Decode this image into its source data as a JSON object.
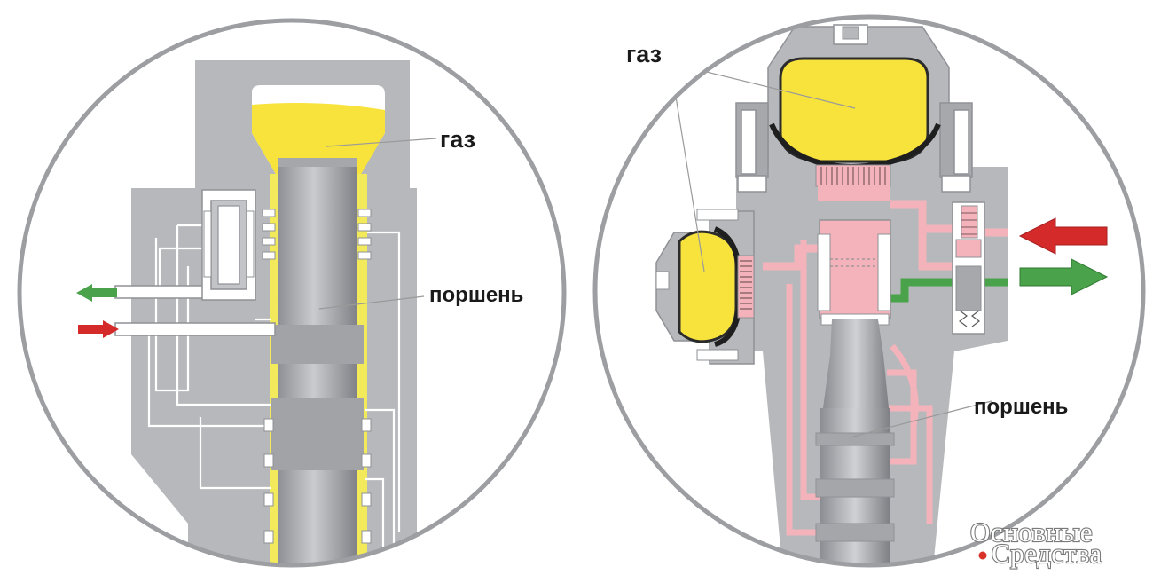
{
  "labels": {
    "left_gas": "газ",
    "left_piston": "поршень",
    "right_gas": "газ",
    "right_piston": "поршень"
  },
  "watermark": {
    "line1": "Основные",
    "line2": "Средства"
  },
  "colors": {
    "background": "#ffffff",
    "outer_ring": "#9d9ea2",
    "body_gray": "#b6b8bb",
    "body_dark": "#8f9196",
    "channel": "#ffffff",
    "gas_yellow": "#f7e33c",
    "oil_yellow": "#f2ea5a",
    "pink_fluid": "#f4b3ba",
    "arrow_green": "#4aa34b",
    "arrow_red": "#d42a2a",
    "label_text": "#1a1a1a",
    "watermark_dot": "#d8322b"
  },
  "icons": {
    "outlet_arrow": "arrow-left-icon",
    "inlet_arrow": "arrow-right-icon"
  }
}
